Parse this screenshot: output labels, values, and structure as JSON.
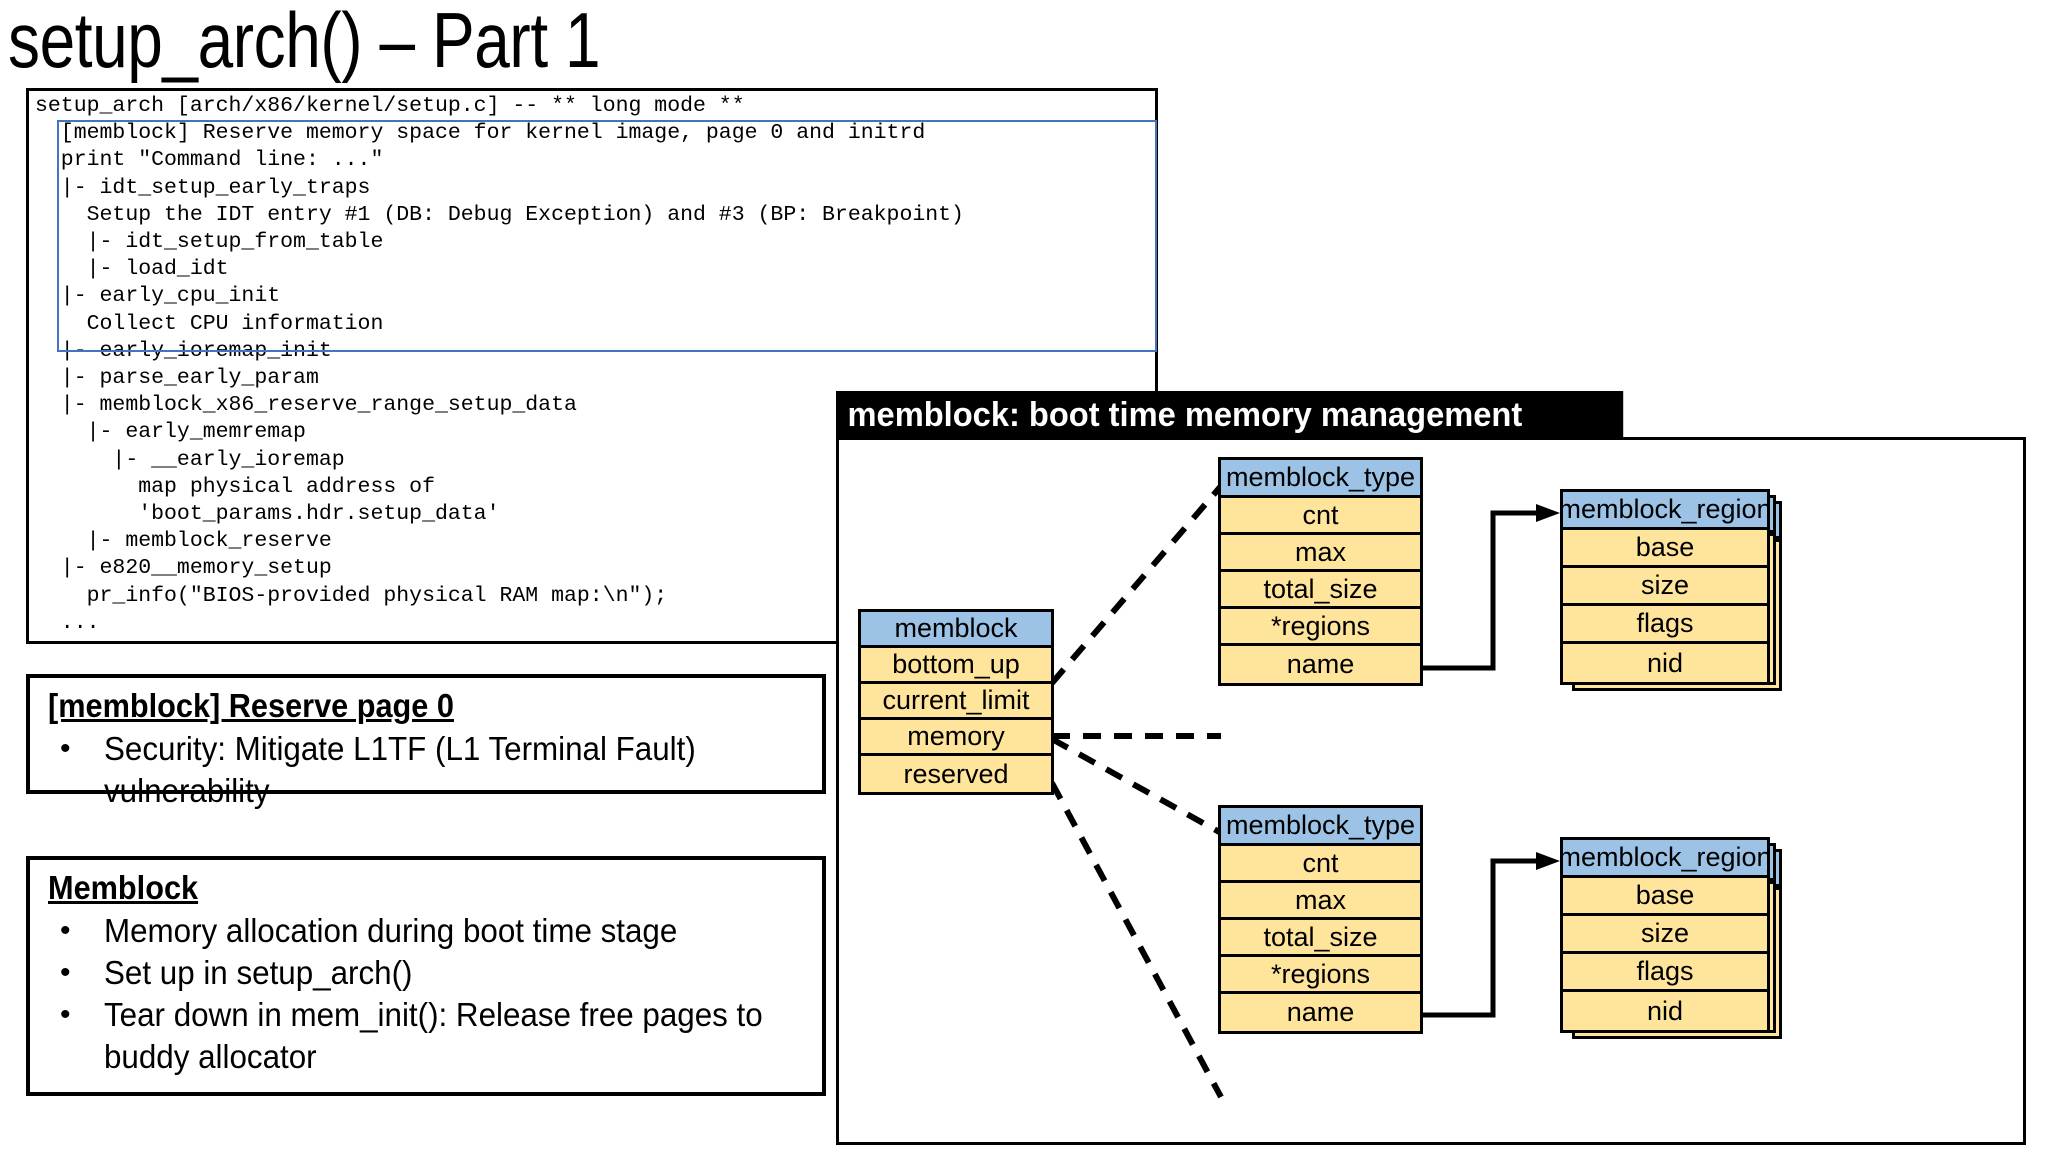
{
  "slide": {
    "title": "setup_arch() – Part 1"
  },
  "code_block": {
    "language": "call-trace",
    "highlight_color": "#4472C4",
    "text": "setup_arch [arch/x86/kernel/setup.c] -- ** long mode **\n  [memblock] Reserve memory space for kernel image, page 0 and initrd\n  print \"Command line: ...\"\n  |- idt_setup_early_traps\n    Setup the IDT entry #1 (DB: Debug Exception) and #3 (BP: Breakpoint)\n    |- idt_setup_from_table\n    |- load_idt\n  |- early_cpu_init\n    Collect CPU information\n  |- early_ioremap_init\n  |- parse_early_param\n  |- memblock_x86_reserve_range_setup_data\n    |- early_memremap\n      |- __early_ioremap\n        map physical address of\n        'boot_params.hdr.setup_data'\n    |- memblock_reserve\n  |- e820__memory_setup\n    pr_info(\"BIOS-provided physical RAM map:\\n\");\n  ..."
  },
  "info_boxes": [
    {
      "id": "reserve-page-0",
      "heading": "[memblock] Reserve page 0",
      "bullets": [
        "Security: Mitigate L1TF (L1 Terminal Fault) vulnerability"
      ]
    },
    {
      "id": "memblock",
      "heading": "Memblock",
      "bullets": [
        "Memory allocation during boot time stage",
        "Set up in setup_arch()",
        "Tear down in mem_init(): Release free pages to buddy allocator"
      ]
    }
  ],
  "diagram": {
    "header": "memblock: boot time memory management",
    "colors": {
      "header_bg": "#000000",
      "header_text": "#FFFFFF",
      "struct_header_fill": "#9CC3E5",
      "struct_row_fill": "#FFE49C",
      "border": "#000000"
    },
    "structs": {
      "memblock": {
        "name": "memblock",
        "fields": [
          "bottom_up",
          "current_limit",
          "memory",
          "reserved"
        ]
      },
      "memblock_type_memory": {
        "name": "memblock_type",
        "fields": [
          "cnt",
          "max",
          "total_size",
          "*regions",
          "name"
        ]
      },
      "memblock_type_reserved": {
        "name": "memblock_type",
        "fields": [
          "cnt",
          "max",
          "total_size",
          "*regions",
          "name"
        ]
      },
      "memblock_region_memory": {
        "name": "memblock_region",
        "fields": [
          "base",
          "size",
          "flags",
          "nid"
        ]
      },
      "memblock_region_reserved": {
        "name": "memblock_region",
        "fields": [
          "base",
          "size",
          "flags",
          "nid"
        ]
      }
    }
  }
}
